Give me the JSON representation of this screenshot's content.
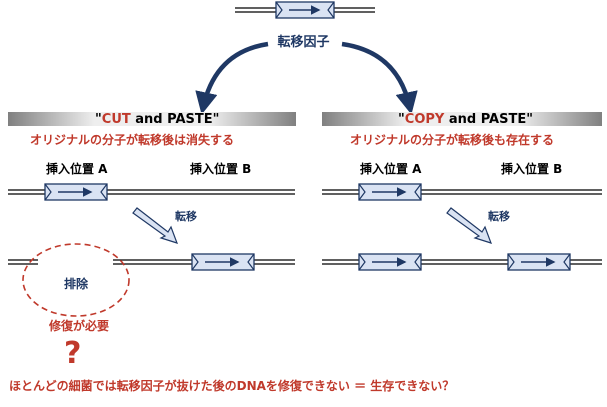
{
  "top_label": "転移因子",
  "left": {
    "title_quote_open": "\"",
    "title_red": "CUT",
    "title_rest": " and PASTE\"",
    "subtitle": "オリジナルの分子が転移後は消失する",
    "site_a": "挿入位置 A",
    "site_b": "挿入位置 B",
    "move_label": "転移",
    "excision_label": "排除",
    "repair_label": "修復が必要",
    "question_mark": "?"
  },
  "right": {
    "title_quote_open": "\"",
    "title_red": "COPY",
    "title_rest": " and PASTE\"",
    "subtitle": "オリジナルの分子が転移後も存在する",
    "site_a": "挿入位置 A",
    "site_b": "挿入位置 B",
    "move_label": "転移"
  },
  "bottom_note": "ほとんどの細菌では転移因子が抜けた後のDNAを修復できない ＝ 生存できない？",
  "colors": {
    "navy": "#1f3864",
    "red": "#c0392b",
    "element_fill": "#dae3f3",
    "element_border": "#1f3864"
  }
}
